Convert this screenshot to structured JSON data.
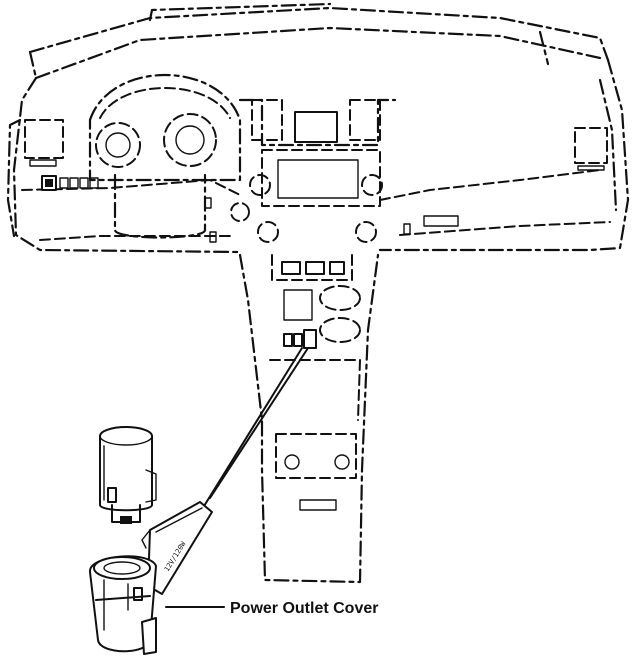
{
  "callout": {
    "label": "Power Outlet Cover",
    "pointer_icon": "leader-line"
  },
  "cover_marking": {
    "text": "12V/120W",
    "icon": "embossed-rating-text"
  },
  "illustration": {
    "subject_icon": "vehicle-dashboard-line-drawing",
    "parts_icons": [
      "power-outlet-socket-icon",
      "outlet-cover-lid-icon",
      "center-console-icon"
    ]
  },
  "colors": {
    "line": "#111111",
    "background": "#ffffff"
  }
}
